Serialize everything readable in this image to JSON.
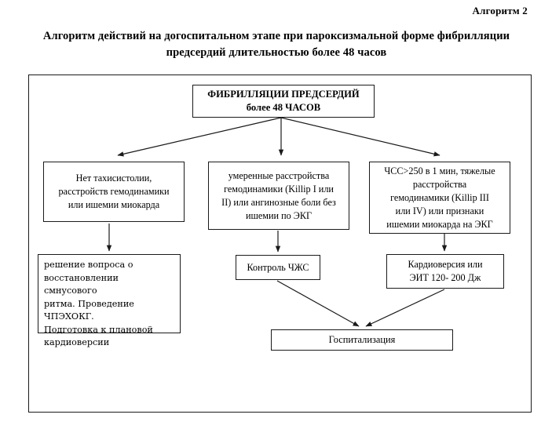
{
  "header": {
    "algorithm_label": "Алгоритм 2",
    "title_line1": "Алгоритм действий на догоспитальном этапе при пароксизмальной форме фибрилляции",
    "title_line2": "предсердий длительностью более 48 часов"
  },
  "flowchart": {
    "root": {
      "line1": "ФИБРИЛЛЯЦИИ ПРЕДСЕРДИЙ",
      "line2": "более 48 ЧАСОВ"
    },
    "branches": [
      {
        "id": "branch-left",
        "line1": "Нет тахисистолии,",
        "line2": "расстройств гемодинамики",
        "line3": "или ишемии миокарда"
      },
      {
        "id": "branch-mid",
        "line1": "умеренные расстройства",
        "line2": "гемодинамики (Killip I или",
        "line3": "II) или ангинозные боли без",
        "line4": "ишемии по ЭКГ"
      },
      {
        "id": "branch-right",
        "line1": "ЧСС>250 в 1 мин, тяжелые",
        "line2": "расстройства",
        "line3": "гемодинамики (Killip III",
        "line4": "или IV) или признаки",
        "line5": "ишемии миокарда на ЭКГ"
      }
    ],
    "actions": [
      {
        "id": "action-left",
        "line1": "решение вопроса о",
        "line2": "восстановлении смнусового",
        "line3": "ритма. Проведение",
        "line4": "ЧПЭХОКГ.",
        "line5": "Подготовка к плановой",
        "line6": "кардиоверсии"
      },
      {
        "id": "action-mid",
        "line1": "Контроль ЧЖС"
      },
      {
        "id": "action-right",
        "line1": "Кардиоверсия или",
        "line2": "ЭИТ 120- 200 Дж"
      }
    ],
    "final": {
      "label": "Госпитализация"
    }
  },
  "style": {
    "stroke_color": "#1a1a1a",
    "background": "#ffffff",
    "text_color": "#000000"
  }
}
